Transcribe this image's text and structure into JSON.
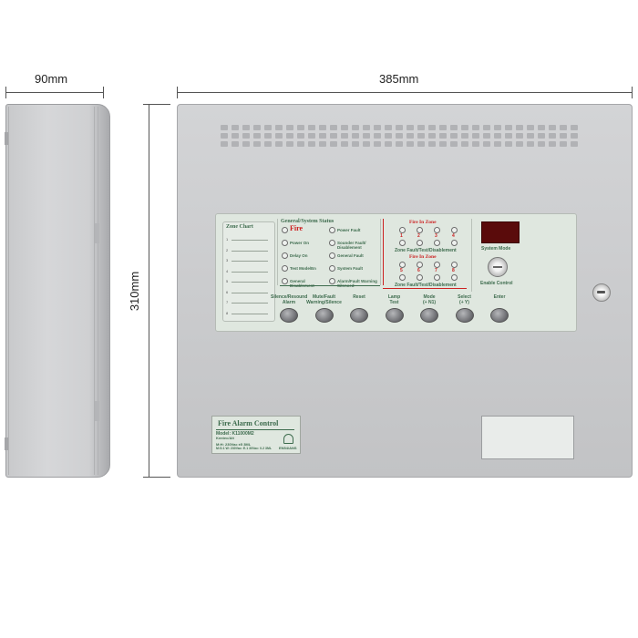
{
  "dimensions": {
    "depth": "90mm",
    "width": "385mm",
    "height": "310mm"
  },
  "facia": {
    "zone_chart": {
      "title": "Zone Chart",
      "numbers": [
        "1",
        "2",
        "3",
        "4",
        "5",
        "6",
        "7",
        "8"
      ]
    },
    "general_status": {
      "title": "General/System Status",
      "left_items": [
        "Fire",
        "Power On",
        "Delay On",
        "Test Mode/En",
        "General Disablement"
      ],
      "right_items": [
        "Power Fault",
        "Sounder Fault/ Disablement",
        "General Fault",
        "System Fault",
        "Alarm/Fault Warning Silenced"
      ]
    },
    "fire_in_zone_title": "Fire In Zone",
    "zone_fault_title": "Zone Fault/Test/Disablement",
    "zone_numbers_top": [
      "1",
      "2",
      "3",
      "4"
    ],
    "zone_numbers_bottom": [
      "5",
      "6",
      "7",
      "8"
    ],
    "system_mode": "System Mode",
    "enable_control": "Enable Control",
    "buttons": [
      {
        "label": "Silence/Resound\nAlarm",
        "name": "silence-resound-button"
      },
      {
        "label": "Mute/Fault\nWarning/Silence",
        "name": "mute-fault-button"
      },
      {
        "label": "Reset",
        "name": "reset-button"
      },
      {
        "label": "Lamp\nTest",
        "name": "lamp-test-button"
      },
      {
        "label": "Mode\n(+ N1)",
        "name": "mode-button"
      },
      {
        "label": "Select\n(+ Y)",
        "name": "select-button"
      },
      {
        "label": "Enter",
        "name": "enter-button"
      }
    ]
  },
  "label_plate": {
    "title": "Fire Alarm Control",
    "model": "Model: K11000M2",
    "subtitle": "Kentec/Alt",
    "line1": "M:H: 230Vac ±5 3ML",
    "line2": "M:S:1 W: 230Vac: E.1 30Vac: 0.2 3ML",
    "cert": "EN54/ANS"
  },
  "colors": {
    "panel_grey": "#c9cacc",
    "facia_green_text": "#3d6b4d",
    "fire_red": "#cc1b1b",
    "display_red": "#5a0b0b"
  }
}
